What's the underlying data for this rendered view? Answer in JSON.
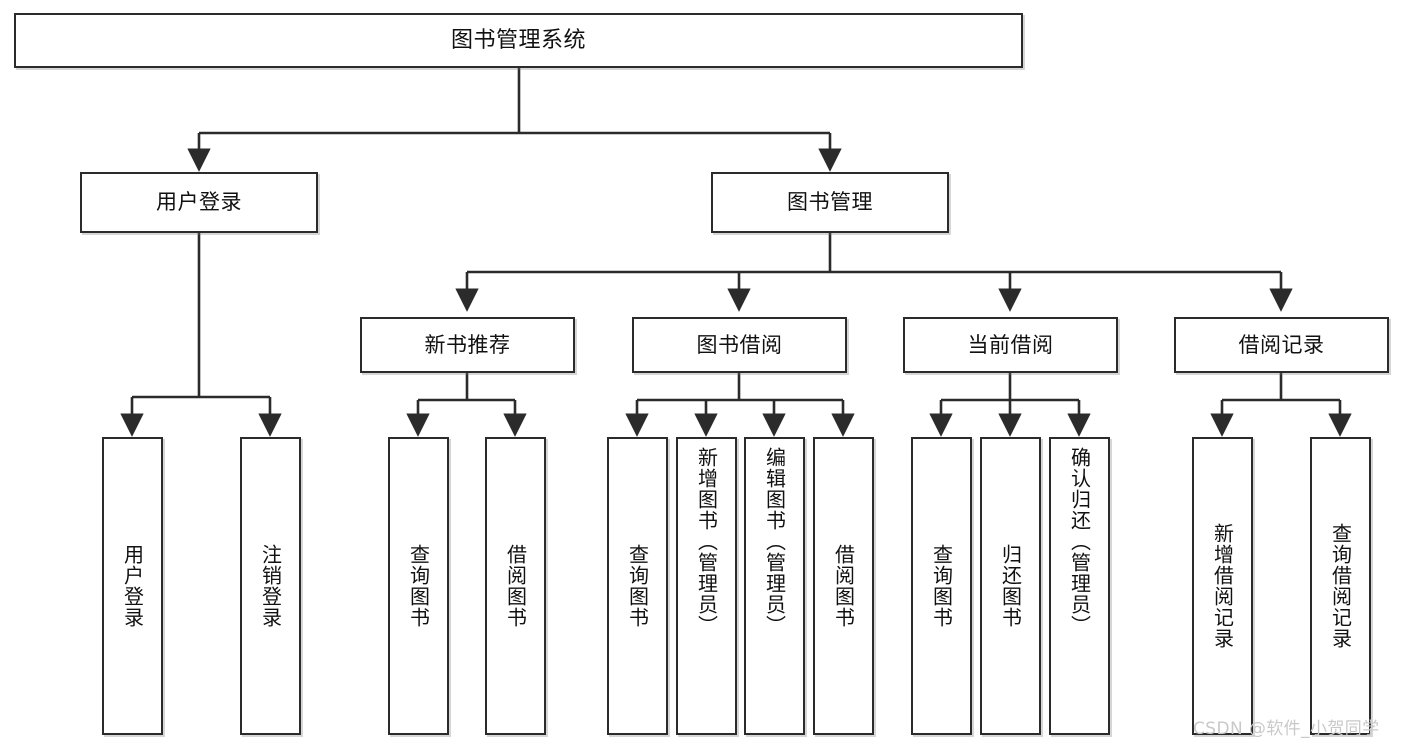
{
  "diagram": {
    "type": "tree-hierarchy-chart",
    "title": "图书管理系统",
    "line_color": "#2b2b2b",
    "box_fill": "#ffffff",
    "text_color": "#111111",
    "watermark_color": "#c9c9c9"
  },
  "watermark": {
    "text": "CSDN @软件_小贺同学"
  },
  "nodes": {
    "root": {
      "label": "图书管理系统"
    },
    "level2": [
      {
        "label": "用户登录"
      },
      {
        "label": "图书管理"
      }
    ],
    "level3": [
      {
        "label": "新书推荐"
      },
      {
        "label": "图书借阅"
      },
      {
        "label": "当前借阅"
      },
      {
        "label": "借阅记录"
      }
    ],
    "leaves": {
      "user_login": [
        {
          "label": "用户登录"
        },
        {
          "label": "注销登录"
        }
      ],
      "new_book_recommend": [
        {
          "label": "查询图书"
        },
        {
          "label": "借阅图书"
        }
      ],
      "book_borrow": [
        {
          "label": "查询图书"
        },
        {
          "label": "新增图书（管理员）"
        },
        {
          "label": "编辑图书（管理员）"
        },
        {
          "label": "借阅图书"
        }
      ],
      "current_borrow": [
        {
          "label": "查询图书"
        },
        {
          "label": "归还图书"
        },
        {
          "label": "确认归还（管理员）"
        }
      ],
      "borrow_record": [
        {
          "label": "新增借阅记录"
        },
        {
          "label": "查询借阅记录"
        }
      ]
    }
  }
}
